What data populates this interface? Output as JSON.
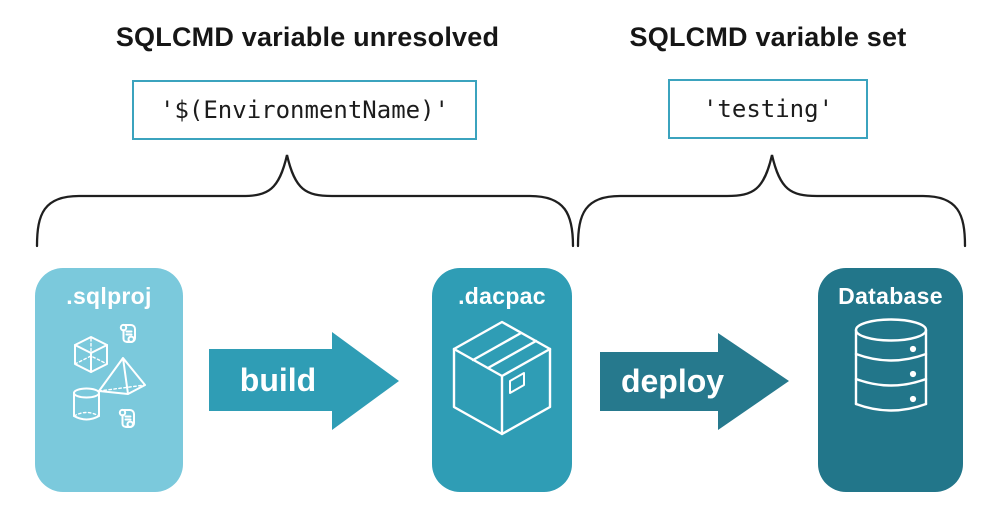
{
  "annotations": {
    "left": {
      "heading": "SQLCMD variable unresolved",
      "code": "'$(EnvironmentName)'"
    },
    "right": {
      "heading": "SQLCMD variable set",
      "code": "'testing'"
    }
  },
  "pipeline": {
    "stages": [
      {
        "label": ".sqlproj",
        "icon": "sql-project-objects-icon"
      },
      {
        "label": ".dacpac",
        "icon": "package-box-icon"
      },
      {
        "label": "Database",
        "icon": "database-cylinder-icon"
      }
    ],
    "arrows": [
      {
        "label": "build"
      },
      {
        "label": "deploy"
      }
    ]
  },
  "icons": {
    "sqlproj_cluster": [
      "cube-icon",
      "script-scroll-icon",
      "pyramid-icon",
      "cylinder-icon",
      "script-scroll-icon"
    ]
  },
  "colors": {
    "sqlproj_bg": "#7BC9DC",
    "dacpac_bg": "#2F9DB5",
    "database_bg": "#22768A",
    "build_arrow": "#2F9DB5",
    "deploy_arrow": "#26798D",
    "code_box_border": "#3BA3BE",
    "brace_stroke": "#1f1f1f",
    "icon_stroke": "#ffffff",
    "text": "#1a1a1a"
  }
}
